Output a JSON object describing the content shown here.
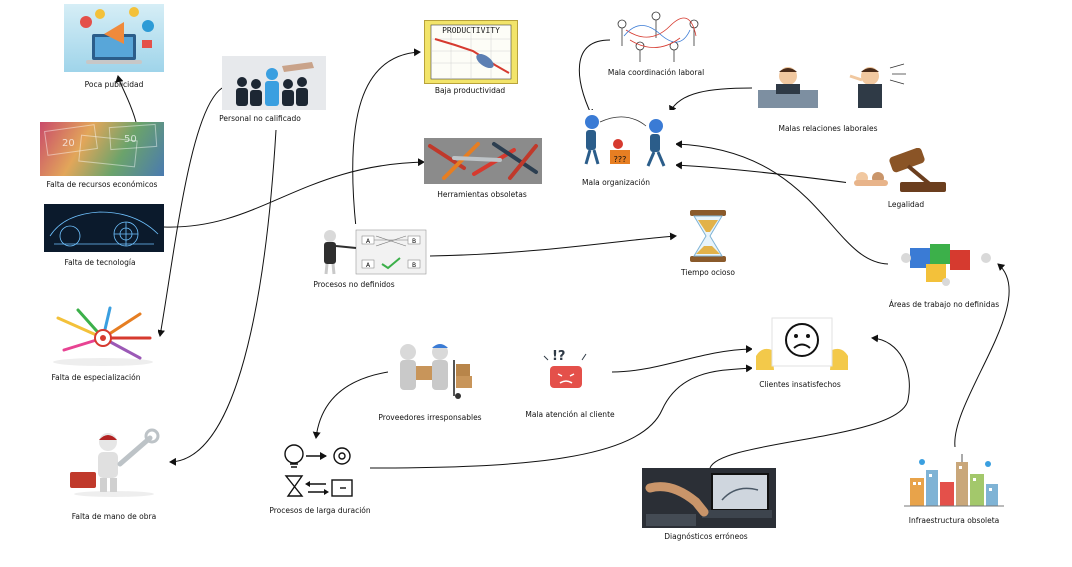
{
  "nodes": {
    "poca_publicidad": "Poca publicidad",
    "personal_no_calificado": "Personal no calificado",
    "baja_productividad": "Baja productividad",
    "mala_coordinacion": "Mala coordinación laboral",
    "malas_relaciones": "Malas relaciones laborales",
    "falta_recursos": "Falta de recursos económicos",
    "herramientas_obsoletas": "Herramientas obsoletas",
    "mala_organizacion": "Mala organización",
    "legalidad": "Legalidad",
    "falta_tecnologia": "Falta de tecnología",
    "procesos_no_definidos": "Procesos no definidos",
    "tiempo_ocioso": "Tiempo ocioso",
    "areas_no_definidas": "Áreas de trabajo no definidas",
    "falta_especializacion": "Falta de especialización",
    "proveedores_irresponsables": "Proveedores irresponsables",
    "mala_atencion": "Mala atención al cliente",
    "clientes_insatisfechos": "Clientes insatisfechos",
    "falta_mano_obra": "Falta de mano de obra",
    "procesos_larga_duracion": "Procesos de larga duración",
    "diagnosticos_erroneos": "Diagnósticos erróneos",
    "infraestructura_obsoleta": "Infraestructura obsoleta"
  },
  "images": {
    "productivity_chart_title": "PRODUCTIVITY",
    "question_marks": "???",
    "process_chart_cells": [
      "A",
      "B",
      "A",
      "B"
    ]
  },
  "colors": {
    "line": "#111111",
    "accent_blue": "#3a7bd5",
    "accent_red": "#d63a2f"
  }
}
